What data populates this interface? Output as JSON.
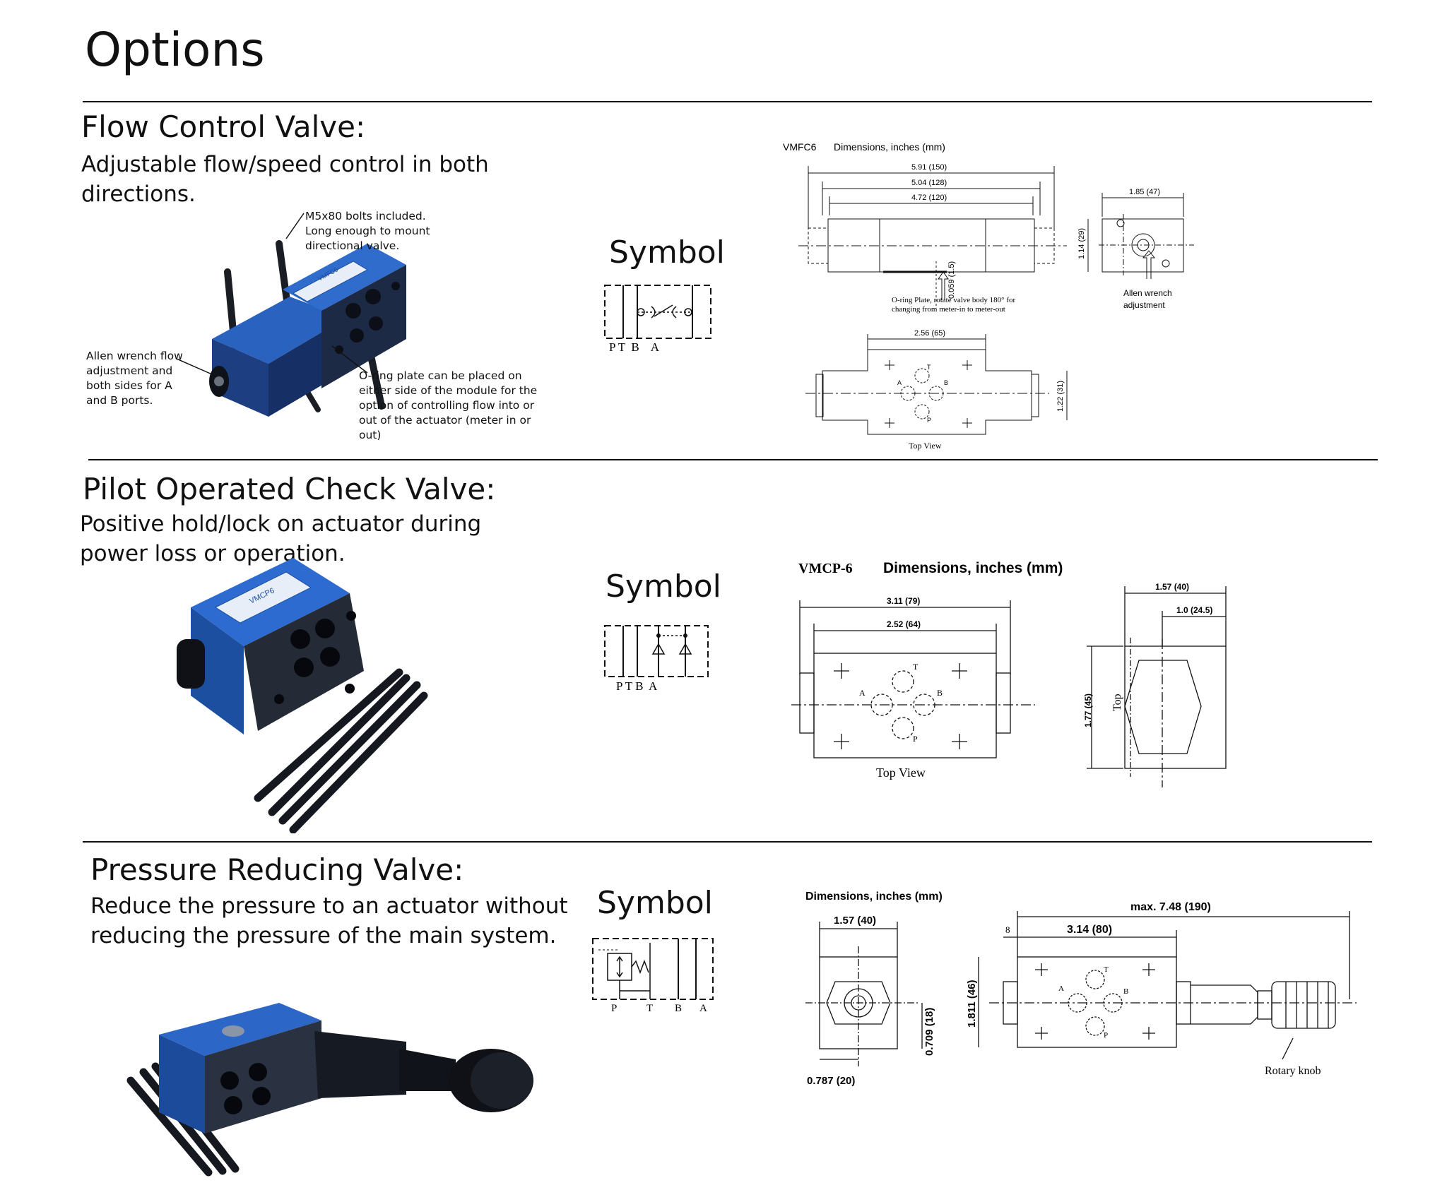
{
  "page": {
    "title": "Options"
  },
  "symbol_label": "Symbol",
  "sections": [
    {
      "heading": "Flow Control Valve:",
      "description": "Adjustable flow/speed control in both directions.",
      "callouts": {
        "bolts": "M5x80 bolts included. Long enough to mount directional valve.",
        "allen": "Allen wrench flow adjustment and both sides for A and B ports.",
        "oring": "O-ring plate can be placed on either side of the module for the option of controlling flow into or out of the actuator (meter in or out)"
      },
      "symbol_ports": "P T  B    A",
      "drawing": {
        "model": "VMFC6",
        "title": "Dimensions, inches (mm)",
        "dims": [
          "5.91 (150)",
          "5.04 (128)",
          "4.72 (120)",
          "1.85 (47)",
          "1.14 (29)",
          "0.059 (1.5)",
          "2.56 (65)",
          "1.22 (31)"
        ],
        "note1": "O-ring Plate, rotate valve body 180° for",
        "note2": "changing from meter-in to meter-out",
        "allen1": "Allen wrench",
        "allen2": "adjustment",
        "top_view": "Top View",
        "ports": [
          "T",
          "A",
          "B",
          "P"
        ]
      }
    },
    {
      "heading": "Pilot Operated Check Valve:",
      "description": "Positive hold/lock on actuator during power loss or operation.",
      "symbol_ports": "P T B  A",
      "drawing": {
        "model": "VMCP-6",
        "title": "Dimensions, inches (mm)",
        "dims": [
          "3.11 (79)",
          "2.52 (64)",
          "1.57 (40)",
          "1.0 (24.5)",
          "1.77 (45)"
        ],
        "top_label": "Top",
        "top_view": "Top View",
        "ports": [
          "T",
          "A",
          "B",
          "P"
        ]
      }
    },
    {
      "heading": "Pressure Reducing Valve:",
      "description": "Reduce the pressure to an actuator without reducing the pressure of the main system.",
      "symbol_ports": [
        "P",
        "T",
        "B",
        "A"
      ],
      "drawing": {
        "title": "Dimensions, inches (mm)",
        "dims": [
          "1.57 (40)",
          "0.709 (18)",
          "0.787 (20)",
          "max. 7.48 (190)",
          "3.14 (80)",
          "8",
          "1.811 (46)"
        ],
        "knob": "Rotary knob",
        "ports": [
          "T",
          "A",
          "B",
          "P"
        ]
      }
    }
  ],
  "photo_text": {
    "model_plate_1": "VMFC6",
    "model_plate_2": "VMCP6"
  },
  "colors": {
    "valve_blue": "#1c4fa0",
    "valve_dark": "#22314f",
    "bolt": "#1a1d24",
    "rule": "#111111"
  }
}
